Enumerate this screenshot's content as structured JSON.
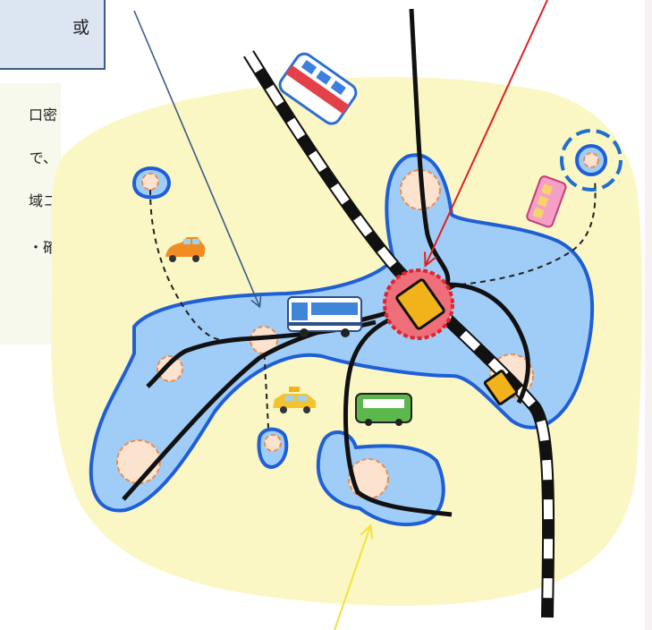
{
  "labels": {
    "top_box_text": "或",
    "left_text_lines": [
      "口密",
      "で、",
      "域コ",
      "・確"
    ]
  },
  "colors": {
    "land": "#fbf7c4",
    "zone_fill": "#9fcdf7",
    "zone_stroke": "#1f5fd6",
    "rail_black": "#111111",
    "station": "#f2b31a",
    "hub_circle": "#ee6f7a",
    "arrow_blue": "#3a5b8a",
    "arrow_red": "#e02020",
    "arrow_yellow": "#f0e33a",
    "node_fill": "#fbe3cf",
    "node_stroke": "#f08a4b"
  },
  "icons": [
    "train-icon",
    "bus-icon",
    "taxi-icon",
    "car-icon",
    "green-bus-icon",
    "tram-icon"
  ]
}
